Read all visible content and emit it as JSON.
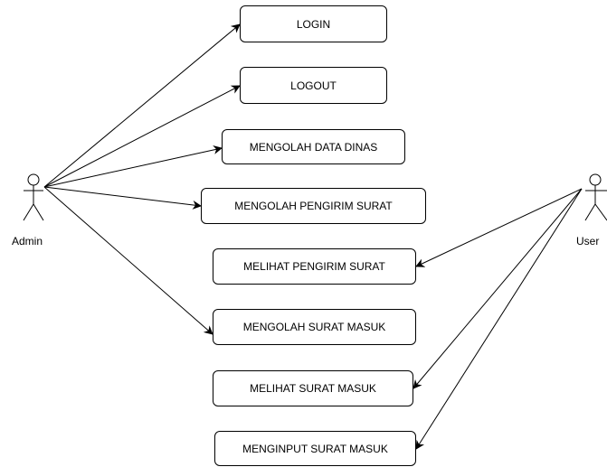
{
  "actors": {
    "admin": {
      "name": "Admin"
    },
    "user": {
      "name": "User"
    }
  },
  "use_cases": [
    {
      "id": "login",
      "label": "LOGIN"
    },
    {
      "id": "logout",
      "label": "LOGOUT"
    },
    {
      "id": "mengolah-data-dinas",
      "label": "MENGOLAH DATA DINAS"
    },
    {
      "id": "mengolah-pengirim-surat",
      "label": "MENGOLAH PENGIRIM SURAT"
    },
    {
      "id": "melihat-pengirim-surat",
      "label": "MELIHAT PENGIRIM SURAT"
    },
    {
      "id": "mengolah-surat-masuk",
      "label": "MENGOLAH SURAT MASUK"
    },
    {
      "id": "melihat-surat-masuk",
      "label": "MELIHAT SURAT MASUK"
    },
    {
      "id": "menginput-surat-masuk",
      "label": "MENGINPUT SURAT MASUK"
    }
  ],
  "associations": [
    {
      "from": "admin",
      "to": "login"
    },
    {
      "from": "admin",
      "to": "logout"
    },
    {
      "from": "admin",
      "to": "mengolah-data-dinas"
    },
    {
      "from": "admin",
      "to": "mengolah-pengirim-surat"
    },
    {
      "from": "admin",
      "to": "mengolah-surat-masuk"
    },
    {
      "from": "user",
      "to": "melihat-pengirim-surat"
    },
    {
      "from": "user",
      "to": "melihat-surat-masuk"
    },
    {
      "from": "user",
      "to": "menginput-surat-masuk"
    }
  ],
  "style": {
    "line_color": "#000000",
    "box_border_color": "#000000",
    "background": "#ffffff"
  }
}
